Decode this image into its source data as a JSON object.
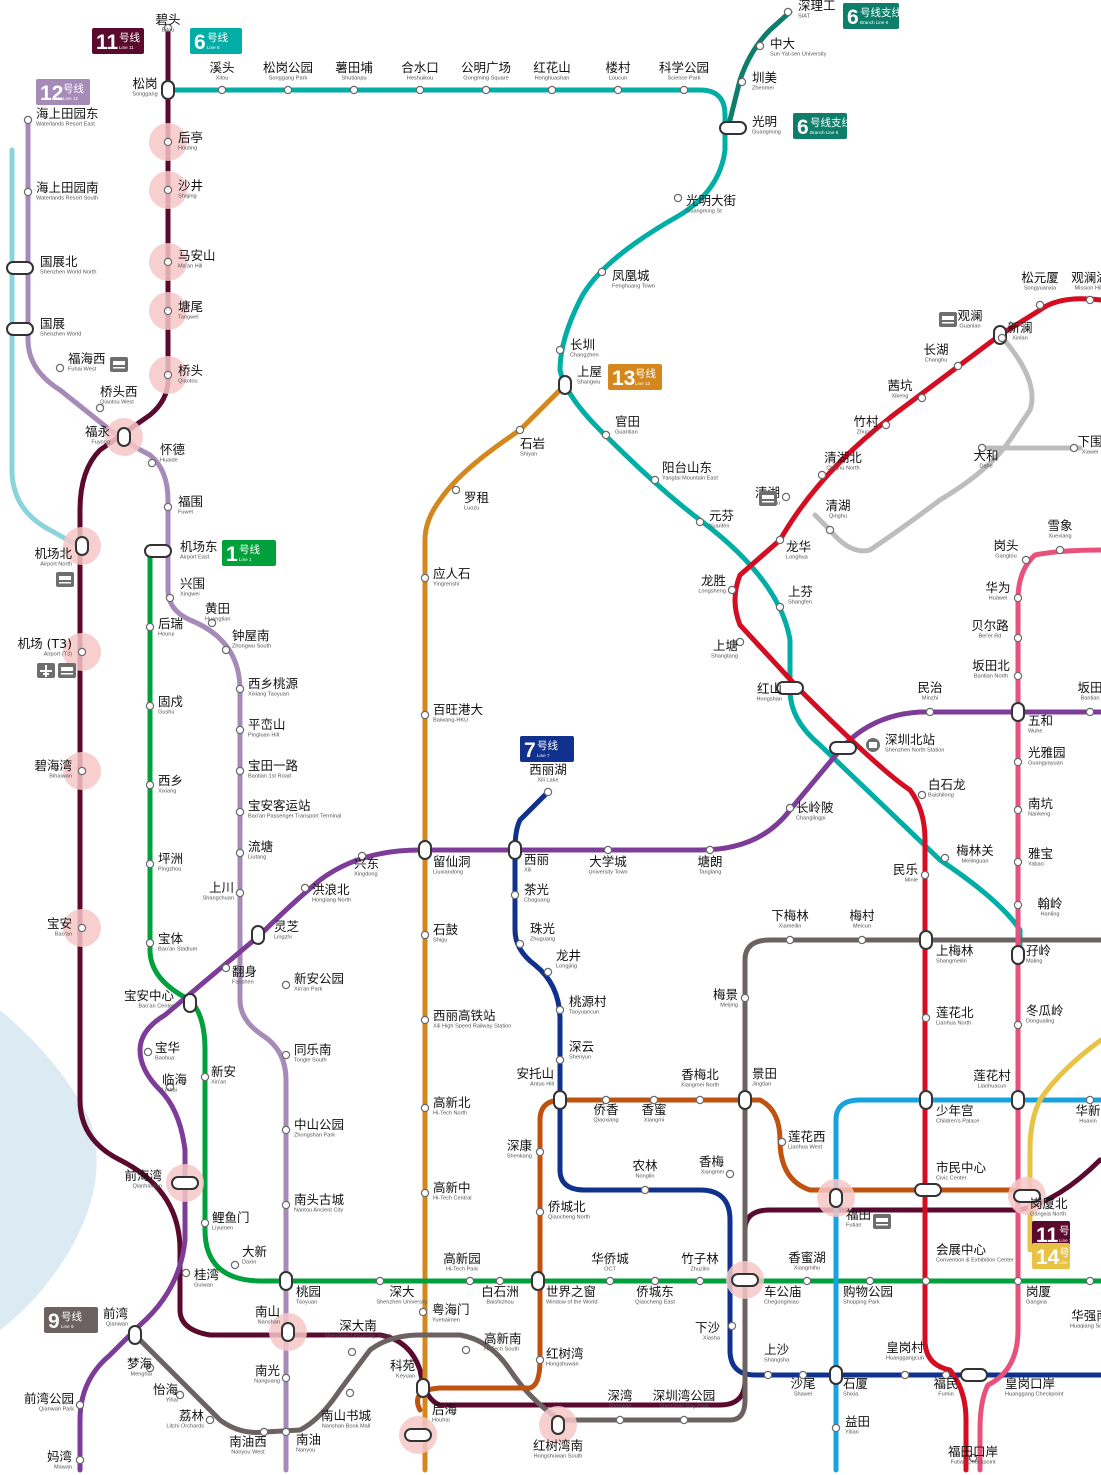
{
  "colors": {
    "line1": "#00a13b",
    "line2": "#c0520f",
    "line4": "#d40d22",
    "line5": "#7d3c98",
    "line6": "#00aea5",
    "line7": "#10328e",
    "line9": "#6d6262",
    "line10": "#e7517c",
    "line11": "#5b0a2f",
    "line12": "#a68bb9",
    "line13": "#d4871d",
    "line14": "#e8c245",
    "line16": "#17a3dd",
    "line20": "#8cd4dc",
    "line6b": "#0e7d6a",
    "lineGray": "#bdbdbd",
    "transfer_halo": "#f6c7c7",
    "water": "#dceaf4"
  },
  "line_badges": [
    {
      "id": "l11",
      "num": "11",
      "zh": "号线",
      "en": "Line 11",
      "color": "#5b0a2f"
    },
    {
      "id": "l6",
      "num": "6",
      "zh": "号线",
      "en": "Line 6",
      "color": "#00aea5"
    },
    {
      "id": "l12",
      "num": "12",
      "zh": "号线",
      "en": "Line 12",
      "color": "#a68bb9"
    },
    {
      "id": "l6b-top",
      "num": "6",
      "zh": "号线支线",
      "en": "Branch Line 6",
      "color": "#0e7d6a"
    },
    {
      "id": "l6b",
      "num": "6",
      "zh": "号线支线",
      "en": "Branch Line 6",
      "color": "#0e7d6a"
    },
    {
      "id": "l13",
      "num": "13",
      "zh": "号线",
      "en": "Line 13",
      "color": "#d4871d"
    },
    {
      "id": "l1",
      "num": "1",
      "zh": "号线",
      "en": "Line 1",
      "color": "#00a13b"
    },
    {
      "id": "l7",
      "num": "7",
      "zh": "号线",
      "en": "Line 7",
      "color": "#10328e"
    },
    {
      "id": "l9",
      "num": "9",
      "zh": "号线",
      "en": "Line 9",
      "color": "#6d6262"
    },
    {
      "id": "l11b",
      "num": "11",
      "zh": "号线",
      "en": "Line 11",
      "color": "#5b0a2f"
    },
    {
      "id": "l14",
      "num": "14",
      "zh": "号线",
      "en": "Line 14",
      "color": "#e8c245"
    }
  ],
  "stations": [
    {
      "id": "bitou",
      "zh": "碧头",
      "en": "Bitou"
    },
    {
      "id": "songgang",
      "zh": "松岗",
      "en": "Songgang"
    },
    {
      "id": "xitou",
      "zh": "溪头",
      "en": "Xitou"
    },
    {
      "id": "songgangpark",
      "zh": "松岗公园",
      "en": "Songgang Park"
    },
    {
      "id": "shutianpu",
      "zh": "薯田埔",
      "en": "Shutianpu"
    },
    {
      "id": "heshuikou",
      "zh": "合水口",
      "en": "Heshuikou"
    },
    {
      "id": "gongming",
      "zh": "公明广场",
      "en": "Gongming Square"
    },
    {
      "id": "hongshan_n",
      "zh": "红花山",
      "en": "Honghuashan"
    },
    {
      "id": "loucun",
      "zh": "楼村",
      "en": "Loucun"
    },
    {
      "id": "sciencepark",
      "zh": "科学公园",
      "en": "Science Park"
    },
    {
      "id": "siat",
      "zh": "深理工",
      "en": "SIAT"
    },
    {
      "id": "zhongda",
      "zh": "中大",
      "en": "Sun Yat-sen University"
    },
    {
      "id": "zhenmei",
      "zh": "圳美",
      "en": "Zhenmei"
    },
    {
      "id": "guangming",
      "zh": "光明",
      "en": "Guangming"
    },
    {
      "id": "guangmingst",
      "zh": "光明大街",
      "en": "Guangming St"
    },
    {
      "id": "fenghuang",
      "zh": "凤凰城",
      "en": "Fenghuang Town"
    },
    {
      "id": "changzhen",
      "zh": "长圳",
      "en": "Changzhen"
    },
    {
      "id": "shangwu",
      "zh": "上屋",
      "en": "Shangwu"
    },
    {
      "id": "guantian",
      "zh": "官田",
      "en": "Guantian"
    },
    {
      "id": "yangtai",
      "zh": "阳台山东",
      "en": "Yangtai Mountain East"
    },
    {
      "id": "yuanfen",
      "zh": "元芬",
      "en": "Yuanfen"
    },
    {
      "id": "shiyan",
      "zh": "石岩",
      "en": "Shiyan"
    },
    {
      "id": "luozu",
      "zh": "罗租",
      "en": "Luozu"
    },
    {
      "id": "yingrenshi",
      "zh": "应人石",
      "en": "Yingrenshi"
    },
    {
      "id": "baiwang",
      "zh": "百旺港大",
      "en": "Baiwang-HKU"
    },
    {
      "id": "wrnorth",
      "zh": "海上田园东",
      "en": "Waterlands Resort East"
    },
    {
      "id": "wrsouth",
      "zh": "海上田园南",
      "en": "Waterlands Resort South"
    },
    {
      "id": "swnorth",
      "zh": "国展北",
      "en": "Shenzhen World North"
    },
    {
      "id": "sw",
      "zh": "国展",
      "en": "Shenzhen World"
    },
    {
      "id": "fuhaiw",
      "zh": "福海西",
      "en": "Fuhai West"
    },
    {
      "id": "qiaotouw",
      "zh": "桥头西",
      "en": "Qiaotou West"
    },
    {
      "id": "fuyong",
      "zh": "福永",
      "en": "Fuyong"
    },
    {
      "id": "houting",
      "zh": "后亭",
      "en": "Houting"
    },
    {
      "id": "shajing",
      "zh": "沙井",
      "en": "Shajing"
    },
    {
      "id": "maanshan",
      "zh": "马安山",
      "en": "Ma'an Hill"
    },
    {
      "id": "tangwei",
      "zh": "塘尾",
      "en": "Tangwei"
    },
    {
      "id": "qiaotou",
      "zh": "桥头",
      "en": "Qiaotou"
    },
    {
      "id": "huaide",
      "zh": "怀德",
      "en": "Huaide"
    },
    {
      "id": "fuwei",
      "zh": "福围",
      "en": "Fuwei"
    },
    {
      "id": "airporte",
      "zh": "机场东",
      "en": "Airport East"
    },
    {
      "id": "airportn",
      "zh": "机场北",
      "en": "Airport North"
    },
    {
      "id": "airportt3",
      "zh": "机场 (T3)",
      "en": "Airport (T3)"
    },
    {
      "id": "bihaiwan",
      "zh": "碧海湾",
      "en": "Bihaiwan"
    },
    {
      "id": "baoan",
      "zh": "宝安",
      "en": "Bao'an"
    },
    {
      "id": "xingwei",
      "zh": "兴围",
      "en": "Xingwei"
    },
    {
      "id": "huangtian",
      "zh": "黄田",
      "en": "Huangtian"
    },
    {
      "id": "zhongwus",
      "zh": "钟屋南",
      "en": "Zhongwu South"
    },
    {
      "id": "hourui",
      "zh": "后瑞",
      "en": "Hourui"
    },
    {
      "id": "gushu",
      "zh": "固戍",
      "en": "Gushu"
    },
    {
      "id": "xixiang",
      "zh": "西乡",
      "en": "Xixiang"
    },
    {
      "id": "pingzhou",
      "zh": "坪洲",
      "en": "Pingzhou"
    },
    {
      "id": "baoti",
      "zh": "宝体",
      "en": "Bao'an Stadium"
    },
    {
      "id": "baoanc",
      "zh": "宝安中心",
      "en": "Bao'an Center"
    },
    {
      "id": "xixiangty",
      "zh": "西乡桃源",
      "en": "Xixiang Taoyuan"
    },
    {
      "id": "pingluan",
      "zh": "平峦山",
      "en": "Pingluan Hill"
    },
    {
      "id": "baotian1",
      "zh": "宝田一路",
      "en": "Baotian 1st Road"
    },
    {
      "id": "baoanpt",
      "zh": "宝安客运站",
      "en": "Bao'an Passenger Transport Terminal"
    },
    {
      "id": "liutang",
      "zh": "流塘",
      "en": "Liutang"
    },
    {
      "id": "shangchuan",
      "zh": "上川",
      "en": "Shangchuan"
    },
    {
      "id": "lingzhi",
      "zh": "灵芝",
      "en": "Lingzhi"
    },
    {
      "id": "honglangn",
      "zh": "洪浪北",
      "en": "Honglang North"
    },
    {
      "id": "xingdong",
      "zh": "兴东",
      "en": "Xingdong"
    },
    {
      "id": "fanshen",
      "zh": "翻身",
      "en": "Fanshen"
    },
    {
      "id": "xinanpark",
      "zh": "新安公园",
      "en": "Xin'an Park"
    },
    {
      "id": "baohua",
      "zh": "宝华",
      "en": "Baohua"
    },
    {
      "id": "linhai",
      "zh": "临海",
      "en": "Linhai"
    },
    {
      "id": "xinan",
      "zh": "新安",
      "en": "Xin'an"
    },
    {
      "id": "tongles",
      "zh": "同乐南",
      "en": "Tongle South"
    },
    {
      "id": "zhongshanpark",
      "zh": "中山公园",
      "en": "Zhongshan Park"
    },
    {
      "id": "nantou",
      "zh": "南头古城",
      "en": "Nantou Ancient City"
    },
    {
      "id": "qianhaiwan",
      "zh": "前海湾",
      "en": "Qianhaiwan"
    },
    {
      "id": "liyumen",
      "zh": "鲤鱼门",
      "en": "Liyumen"
    },
    {
      "id": "daxin",
      "zh": "大新",
      "en": "Daxin"
    },
    {
      "id": "guiwan",
      "zh": "桂湾",
      "en": "Guiwan"
    },
    {
      "id": "qianwan",
      "zh": "前湾",
      "en": "Qianwan"
    },
    {
      "id": "qianwanpark",
      "zh": "前湾公园",
      "en": "Qianwan Park"
    },
    {
      "id": "mawan",
      "zh": "妈湾",
      "en": "Mawan"
    },
    {
      "id": "menghai",
      "zh": "梦海",
      "en": "Menghai"
    },
    {
      "id": "yihai",
      "zh": "怡海",
      "en": "Yihai"
    },
    {
      "id": "lizhi",
      "zh": "荔林",
      "en": "Litchi Orchards"
    },
    {
      "id": "nanyouw",
      "zh": "南油西",
      "en": "Nanyou West"
    },
    {
      "id": "nanyou",
      "zh": "南油",
      "en": "Nanyou"
    },
    {
      "id": "nanshan",
      "zh": "南山",
      "en": "Nanshan"
    },
    {
      "id": "nanguang",
      "zh": "南光",
      "en": "Nanguang"
    },
    {
      "id": "taoyuan",
      "zh": "桃园",
      "en": "Taoyuan"
    },
    {
      "id": "shenda",
      "zh": "深大",
      "en": "Shenzhen University"
    },
    {
      "id": "shendas",
      "zh": "深大南",
      "en": "Shenzhen University South"
    },
    {
      "id": "nanshanbm",
      "zh": "南山书城",
      "en": "Nanshan Book Mall"
    },
    {
      "id": "yuehaimen",
      "zh": "粤海门",
      "en": "Yuehaimen"
    },
    {
      "id": "keyuan",
      "zh": "科苑",
      "en": "Keyuan"
    },
    {
      "id": "houhai",
      "zh": "后海",
      "en": "Houhai"
    },
    {
      "id": "gxs",
      "zh": "高新南",
      "en": "Hi-Tech South"
    },
    {
      "id": "hongshuwan",
      "zh": "红树湾",
      "en": "Hongshuwan"
    },
    {
      "id": "hsws",
      "zh": "红树湾南",
      "en": "Hongshuwan South"
    },
    {
      "id": "shenwan",
      "zh": "深湾",
      "en": "Shenwan"
    },
    {
      "id": "sbpark",
      "zh": "深圳湾公园",
      "en": "Shenzhen Bay Park"
    },
    {
      "id": "liuxiandong",
      "zh": "留仙洞",
      "en": "Liuxiandong"
    },
    {
      "id": "shigu",
      "zh": "石鼓",
      "en": "Shigu"
    },
    {
      "id": "xilihsr",
      "zh": "西丽高铁站",
      "en": "Xili High Speed Railway Station"
    },
    {
      "id": "gxn",
      "zh": "高新北",
      "en": "Hi-Tech North"
    },
    {
      "id": "gxz",
      "zh": "高新中",
      "en": "Hi-Tech Central"
    },
    {
      "id": "gxy",
      "zh": "高新园",
      "en": "Hi-Tech Park"
    },
    {
      "id": "baishizhou",
      "zh": "白石洲",
      "en": "Baishizhou"
    },
    {
      "id": "window",
      "zh": "世界之窗",
      "en": "Window of the World"
    },
    {
      "id": "oct",
      "zh": "华侨城",
      "en": "OCT"
    },
    {
      "id": "qiaocheng",
      "zh": "侨城东",
      "en": "Qiaocheng East"
    },
    {
      "id": "zhuzilin",
      "zh": "竹子林",
      "en": "Zhuzilin"
    },
    {
      "id": "chegongmiao",
      "zh": "车公庙",
      "en": "Chegongmiao"
    },
    {
      "id": "xiangmihu",
      "zh": "香蜜湖",
      "en": "Xiangmihu"
    },
    {
      "id": "gouwu",
      "zh": "购物公园",
      "en": "Shopping Park"
    },
    {
      "id": "huizhan",
      "zh": "会展中心",
      "en": "Convention & Exhibition Center"
    },
    {
      "id": "gangxia",
      "zh": "岗厦",
      "en": "Gangxia"
    },
    {
      "id": "xiaqiao",
      "zh": "下沙",
      "en": "Xiasha"
    },
    {
      "id": "shangsha",
      "zh": "上沙",
      "en": "Shangsha"
    },
    {
      "id": "shawei",
      "zh": "沙尾",
      "en": "Shawei"
    },
    {
      "id": "shixia",
      "zh": "石厦",
      "en": "Shixia"
    },
    {
      "id": "huanggang",
      "zh": "皇岗村",
      "en": "Huanggangcun"
    },
    {
      "id": "futian_min",
      "zh": "福民",
      "en": "Fumin"
    },
    {
      "id": "hgk",
      "zh": "皇岗口岸",
      "en": "Huanggang Checkpoint"
    },
    {
      "id": "yitian",
      "zh": "益田",
      "en": "Yitian"
    },
    {
      "id": "futiancp",
      "zh": "福田口岸",
      "en": "Futian Checkpoint"
    },
    {
      "id": "xilihu",
      "zh": "西丽湖",
      "en": "Xili Lake"
    },
    {
      "id": "xili",
      "zh": "西丽",
      "en": "Xili"
    },
    {
      "id": "chaguang",
      "zh": "茶光",
      "en": "Chaguang"
    },
    {
      "id": "zhuguang",
      "zh": "珠光",
      "en": "Zhuguang"
    },
    {
      "id": "longjing",
      "zh": "龙井",
      "en": "Longjing"
    },
    {
      "id": "taoyuancun",
      "zh": "桃源村",
      "en": "Taoyuancun"
    },
    {
      "id": "shenyun",
      "zh": "深云",
      "en": "Shenyun"
    },
    {
      "id": "antuoshan",
      "zh": "安托山",
      "en": "Antuo Hill"
    },
    {
      "id": "qiaoxiang",
      "zh": "侨香",
      "en": "Qiaoxiang"
    },
    {
      "id": "xiangmi",
      "zh": "香蜜",
      "en": "Xiangmi"
    },
    {
      "id": "xiangmeinorth",
      "zh": "香梅北",
      "en": "Xiangmei North"
    },
    {
      "id": "jingtian",
      "zh": "景田",
      "en": "Jingtian"
    },
    {
      "id": "shenkang",
      "zh": "深康",
      "en": "Shenkang"
    },
    {
      "id": "qiaochengn",
      "zh": "侨城北",
      "en": "Qiaocheng North"
    },
    {
      "id": "nonglin",
      "zh": "农林",
      "en": "Nonglin"
    },
    {
      "id": "xiangmei",
      "zh": "香梅",
      "en": "Xiangmei"
    },
    {
      "id": "lianhuaw",
      "zh": "莲花西",
      "en": "Lianhua West"
    },
    {
      "id": "futian",
      "zh": "福田",
      "en": "Futian"
    },
    {
      "id": "daxuecheng",
      "zh": "大学城",
      "en": "University Town"
    },
    {
      "id": "tanglang",
      "zh": "塘朗",
      "en": "Tanglang"
    },
    {
      "id": "changlingpi",
      "zh": "长岭陂",
      "en": "Changlingpi"
    },
    {
      "id": "szn",
      "zh": "深圳北站",
      "en": "Shenzhen North Station"
    },
    {
      "id": "hongshan",
      "zh": "红山",
      "en": "Hongshan"
    },
    {
      "id": "shangtang",
      "zh": "上塘",
      "en": "Shangtang"
    },
    {
      "id": "longsheng",
      "zh": "龙胜",
      "en": "Longsheng"
    },
    {
      "id": "longhua",
      "zh": "龙华",
      "en": "Longhua"
    },
    {
      "id": "shangfen",
      "zh": "上芬",
      "en": "Shangfen"
    },
    {
      "id": "qinghu",
      "zh": "清湖",
      "en": "Qinghu"
    },
    {
      "id": "qinghun",
      "zh": "清湖北",
      "en": "Qinghu North"
    },
    {
      "id": "zhucun",
      "zh": "竹村",
      "en": "Zhucun"
    },
    {
      "id": "xikeng",
      "zh": "茜坑",
      "en": "Xikeng"
    },
    {
      "id": "changhu",
      "zh": "长湖",
      "en": "Changhu"
    },
    {
      "id": "guanlan",
      "zh": "观澜",
      "en": "Guanlan"
    },
    {
      "id": "songyuanxia",
      "zh": "松元厦",
      "en": "Songyuanxia"
    },
    {
      "id": "guanlanhu",
      "zh": "观澜湖",
      "en": "Mission Hills"
    },
    {
      "id": "xinlan",
      "zh": "新澜",
      "en": "Xinlan"
    },
    {
      "id": "dahe",
      "zh": "大和",
      "en": "Dahe"
    },
    {
      "id": "xiawei",
      "zh": "下围",
      "en": "Xiawei"
    },
    {
      "id": "qinghu2",
      "zh": "清湖",
      "en": "Qinghu"
    },
    {
      "id": "baishilong",
      "zh": "白石龙",
      "en": "Baishilong"
    },
    {
      "id": "minle",
      "zh": "民乐",
      "en": "Minle"
    },
    {
      "id": "meilinguan",
      "zh": "梅林关",
      "en": "Meilinguan"
    },
    {
      "id": "minzhi",
      "zh": "民治",
      "en": "Minzhi"
    },
    {
      "id": "wuhe",
      "zh": "五和",
      "en": "Wuhe"
    },
    {
      "id": "bantian",
      "zh": "坂田",
      "en": "Bantian"
    },
    {
      "id": "bantiann",
      "zh": "坂田北",
      "en": "Bantian North"
    },
    {
      "id": "beierlu",
      "zh": "贝尔路",
      "en": "Bei'er Rd"
    },
    {
      "id": "huawei",
      "zh": "华为",
      "en": "Huawei"
    },
    {
      "id": "gangtou",
      "zh": "岗头",
      "en": "Gangtou"
    },
    {
      "id": "xuexiang",
      "zh": "雪象",
      "en": "Xuexiang"
    },
    {
      "id": "guangyayuan",
      "zh": "光雅园",
      "en": "Guangyayuan"
    },
    {
      "id": "nankeng",
      "zh": "南坑",
      "en": "Nankeng"
    },
    {
      "id": "yabao",
      "zh": "雅宝",
      "en": "Yabao"
    },
    {
      "id": "hanling",
      "zh": "翰岭",
      "en": "Hanling"
    },
    {
      "id": "maling",
      "zh": "孖岭",
      "en": "Maling"
    },
    {
      "id": "dongualing",
      "zh": "冬瓜岭",
      "en": "Dongualing"
    },
    {
      "id": "lianhuacun",
      "zh": "莲花村",
      "en": "Lianhuacun"
    },
    {
      "id": "huaxin",
      "zh": "华新",
      "en": "Huaxin"
    },
    {
      "id": "gangxian",
      "zh": "岗厦北",
      "en": "Gangxia North"
    },
    {
      "id": "huaqiangs",
      "zh": "华强南",
      "en": "Huaqiang South"
    },
    {
      "id": "xiameilin",
      "zh": "下梅林",
      "en": "Xiameilin"
    },
    {
      "id": "meicun",
      "zh": "梅村",
      "en": "Meicun"
    },
    {
      "id": "shangmeilin",
      "zh": "上梅林",
      "en": "Shangmeilin"
    },
    {
      "id": "meijing",
      "zh": "梅景",
      "en": "Meijing"
    },
    {
      "id": "lianhuan",
      "zh": "莲花北",
      "en": "Lianhua North"
    },
    {
      "id": "shaonian",
      "zh": "少年宫",
      "en": "Children's Palace"
    },
    {
      "id": "civic",
      "zh": "市民中心",
      "en": "Civic Center"
    }
  ]
}
